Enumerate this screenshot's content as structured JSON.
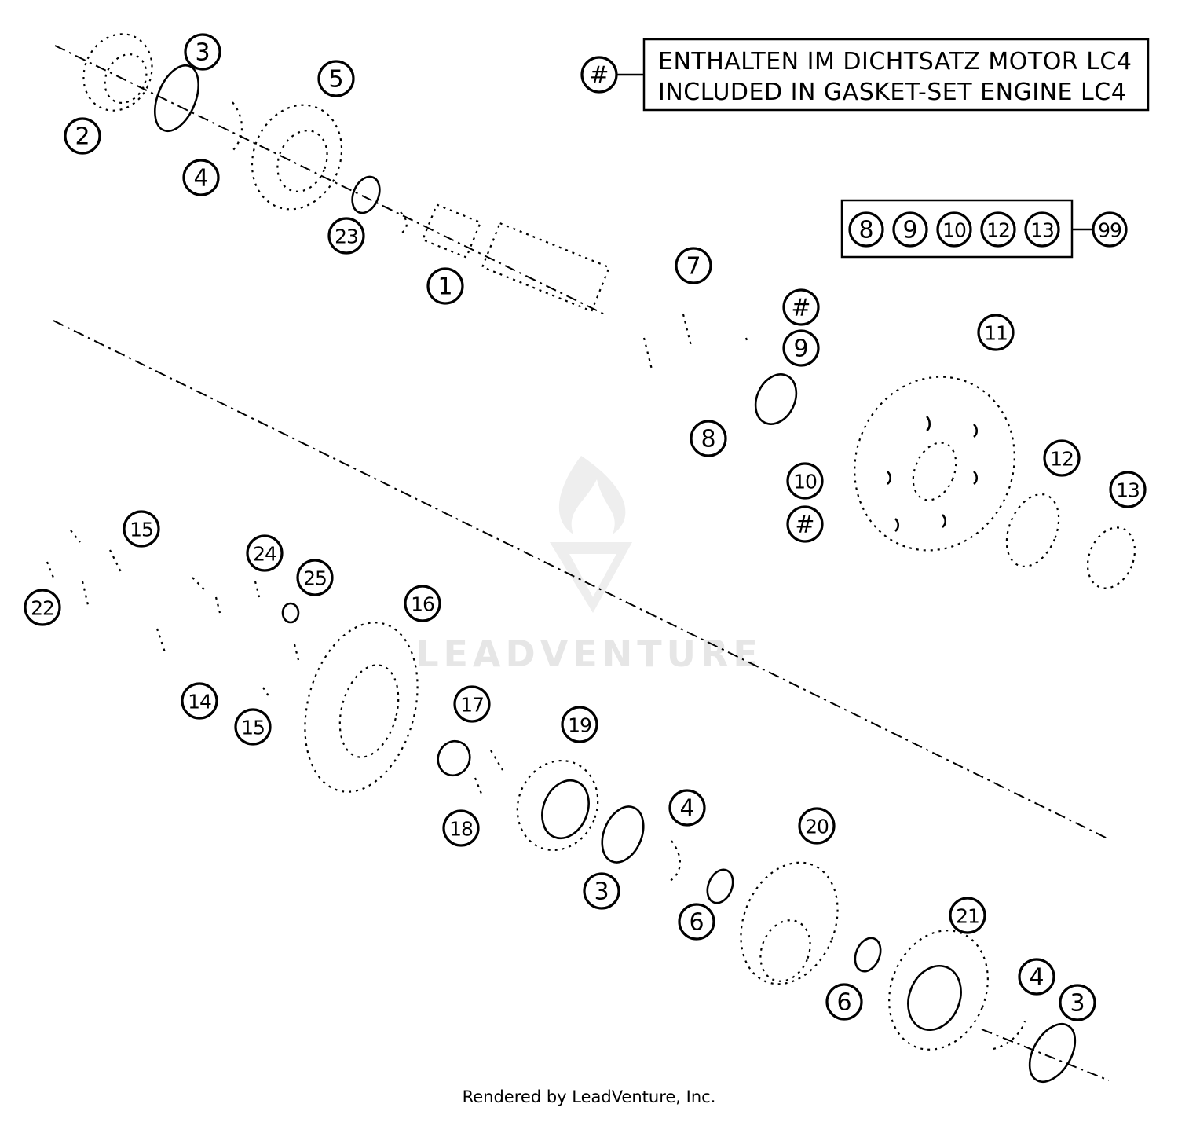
{
  "legend": {
    "symbol": "#",
    "line1": "ENTHALTEN IM DICHTSATZ MOTOR LC4",
    "line2": "INCLUDED IN GASKET-SET ENGINE LC4"
  },
  "kit": {
    "members": [
      "8",
      "9",
      "10",
      "12",
      "13"
    ],
    "kit_number": "99"
  },
  "callouts": [
    "1",
    "2",
    "3",
    "4",
    "5",
    "23",
    "7",
    "#",
    "9",
    "8",
    "11",
    "10",
    "#",
    "12",
    "13",
    "15",
    "22",
    "24",
    "25",
    "16",
    "14",
    "15",
    "17",
    "19",
    "18",
    "3",
    "4",
    "20",
    "6",
    "21",
    "6",
    "4",
    "3"
  ],
  "watermark": "LEADVENTURE",
  "footer": "Rendered by LeadVenture, Inc."
}
